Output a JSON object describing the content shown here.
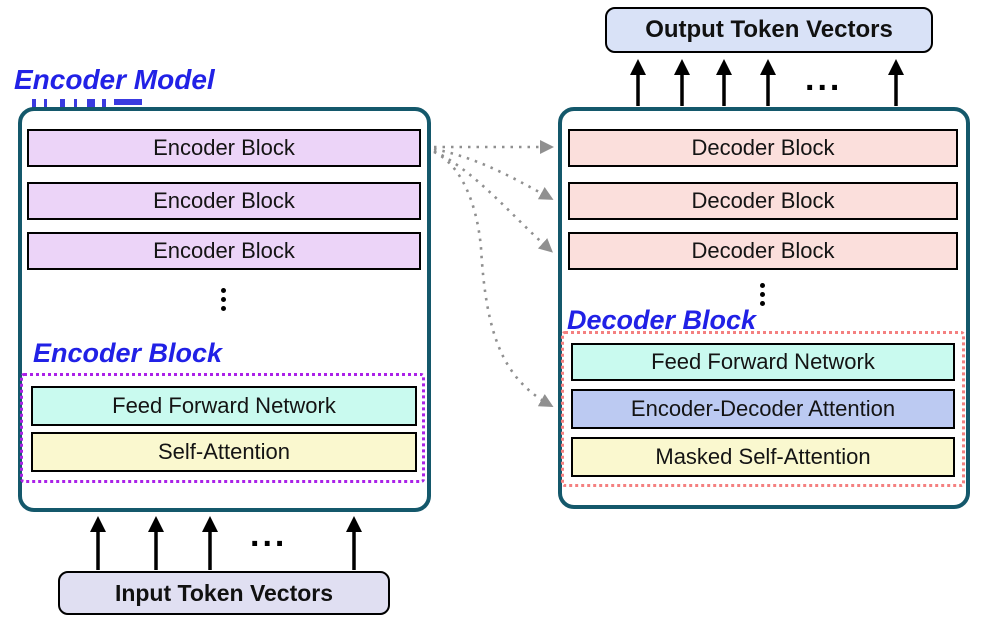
{
  "diagram_type": "transformer-encoder-decoder-architecture",
  "encoder_panel": {
    "heading": "Encoder Model",
    "stack_blocks": [
      "Encoder Block",
      "Encoder Block",
      "Encoder Block"
    ],
    "vertical_ellipsis": "⋮",
    "detail_heading": "Encoder Block",
    "detail_blocks": {
      "feed_forward": "Feed Forward Network",
      "self_attention": "Self-Attention"
    },
    "input_box_label": "Input Token Vectors",
    "input_arrows_count": 4,
    "input_ellipsis": "..."
  },
  "decoder_panel": {
    "output_box_label": "Output Token Vectors",
    "output_arrows_count": 5,
    "output_ellipsis": "...",
    "stack_blocks": [
      "Decoder Block",
      "Decoder Block",
      "Decoder Block"
    ],
    "vertical_ellipsis": "⋮",
    "detail_heading": "Decoder Block",
    "detail_blocks": {
      "feed_forward": "Feed Forward Network",
      "encoder_decoder_attention": "Encoder-Decoder Attention",
      "masked_self_attention": "Masked Self-Attention"
    }
  },
  "cross_connections": {
    "description": "dotted gray arrows from top encoder block to each decoder block and to encoder-decoder attention",
    "count": 4
  },
  "colors": {
    "heading_blue": "#2121E6",
    "container_border_teal": "#14586B",
    "encoder_block_fill": "#ECD4F8",
    "decoder_block_fill": "#FBDFDC",
    "feed_forward_fill": "#C9FAEF",
    "attention_yellow_fill": "#FAF8CF",
    "encoder_decoder_attention_fill": "#BCCAF2",
    "input_box_fill": "#E0DFF2",
    "output_box_fill": "#D9E2F7",
    "dotted_outline_purple": "#AB22E8",
    "dotted_outline_pink": "#F48080",
    "arrow_black": "#000000",
    "cross_arrow_gray": "#909090"
  }
}
